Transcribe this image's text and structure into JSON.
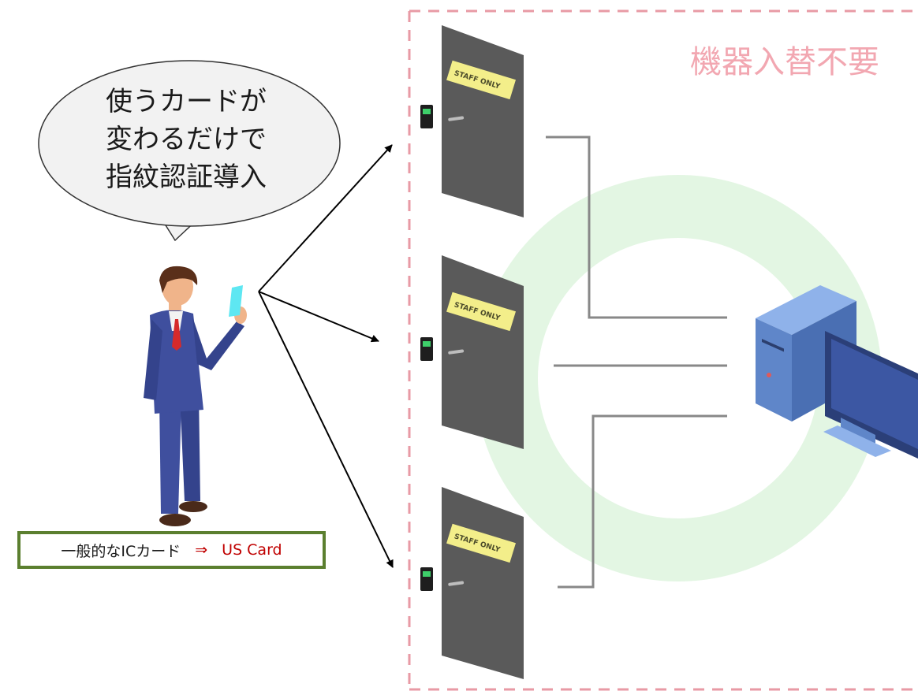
{
  "speech_bubble": {
    "lines": [
      "使うカードが",
      "変わるだけで",
      "指紋認証導入"
    ]
  },
  "zone": {
    "title": "機器入替不要"
  },
  "doors": [
    {
      "sign": "STAFF ONLY"
    },
    {
      "sign": "STAFF ONLY"
    },
    {
      "sign": "STAFF ONLY"
    }
  ],
  "caption": {
    "before": "一般的なICカード",
    "arrow": "⇒",
    "after": "US Card"
  },
  "colors": {
    "zone_border": "#e89aa5",
    "zone_title": "#f2a7b1",
    "ring": "#e3f6e3",
    "door": "#5a5a5a",
    "sign": "#f3ee8a",
    "caption_border": "#5b7f2f",
    "caption_accent": "#c00000",
    "suit": "#3f4f9e",
    "card": "#5ee7f2",
    "server": "#5f86c9"
  },
  "icons": [
    "person-icon",
    "ic-card-icon",
    "door-icon",
    "card-reader-icon",
    "server-computer-icon"
  ]
}
